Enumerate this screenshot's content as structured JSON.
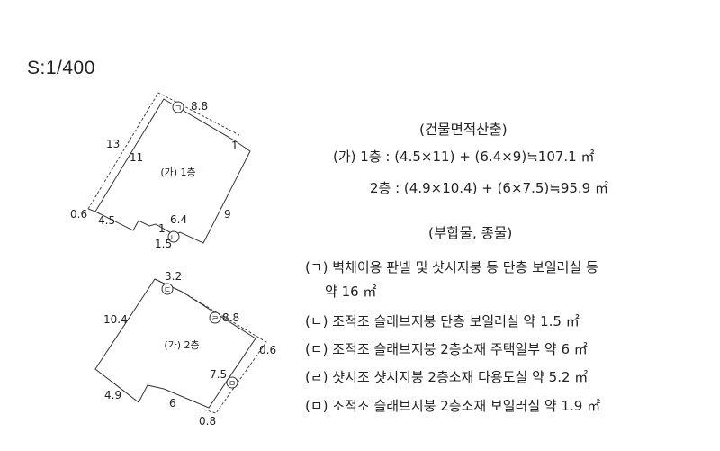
{
  "scale": "S:1/400",
  "plan_1f": {
    "label": "(가) 1층",
    "dims": {
      "top": "8.8",
      "left_outer": "13",
      "left_inner": "11",
      "right_small": "1",
      "right": "9",
      "bottom_left": "4.5",
      "offset": "0.6",
      "notch": "6.4",
      "notch_small": "1",
      "below": "1.5"
    },
    "markers": {
      "a": "ㄱ",
      "b": "ㄴ"
    }
  },
  "plan_2f": {
    "label": "(가) 2층",
    "dims": {
      "top": "3.2",
      "left": "10.4",
      "upper": "8.8",
      "right_offset": "0.6",
      "right": "7.5",
      "bottom_left": "4.9",
      "bottom": "6",
      "bottom_offset": "0.8"
    },
    "markers": {
      "c": "ㄷ",
      "d": "ㄹ",
      "e": "ㅁ"
    }
  },
  "calc": {
    "heading": "(건물면적산출)",
    "line1": "(가) 1층 : (4.5×11) + (6.4×9)≒107.1 ㎡",
    "line2": "2층 : (4.9×10.4) + (6×7.5)≒95.9 ㎡"
  },
  "annex": {
    "heading": "(부합물, 종물)",
    "items": [
      "(ㄱ) 벽체이용 판넬 및 샷시지붕 등 단층 보일러실 등",
      "약 16 ㎡",
      "(ㄴ) 조적조 슬래브지붕 단층 보일러실 약 1.5 ㎡",
      "(ㄷ) 조적조 슬래브지붕 2층소재 주택일부 약 6 ㎡",
      "(ㄹ) 샷시조 샷시지붕 2층소재 다용도실 약 5.2 ㎡",
      "(ㅁ) 조적조 슬래브지붕 2층소재 보일러실 약 1.9 ㎡"
    ]
  }
}
